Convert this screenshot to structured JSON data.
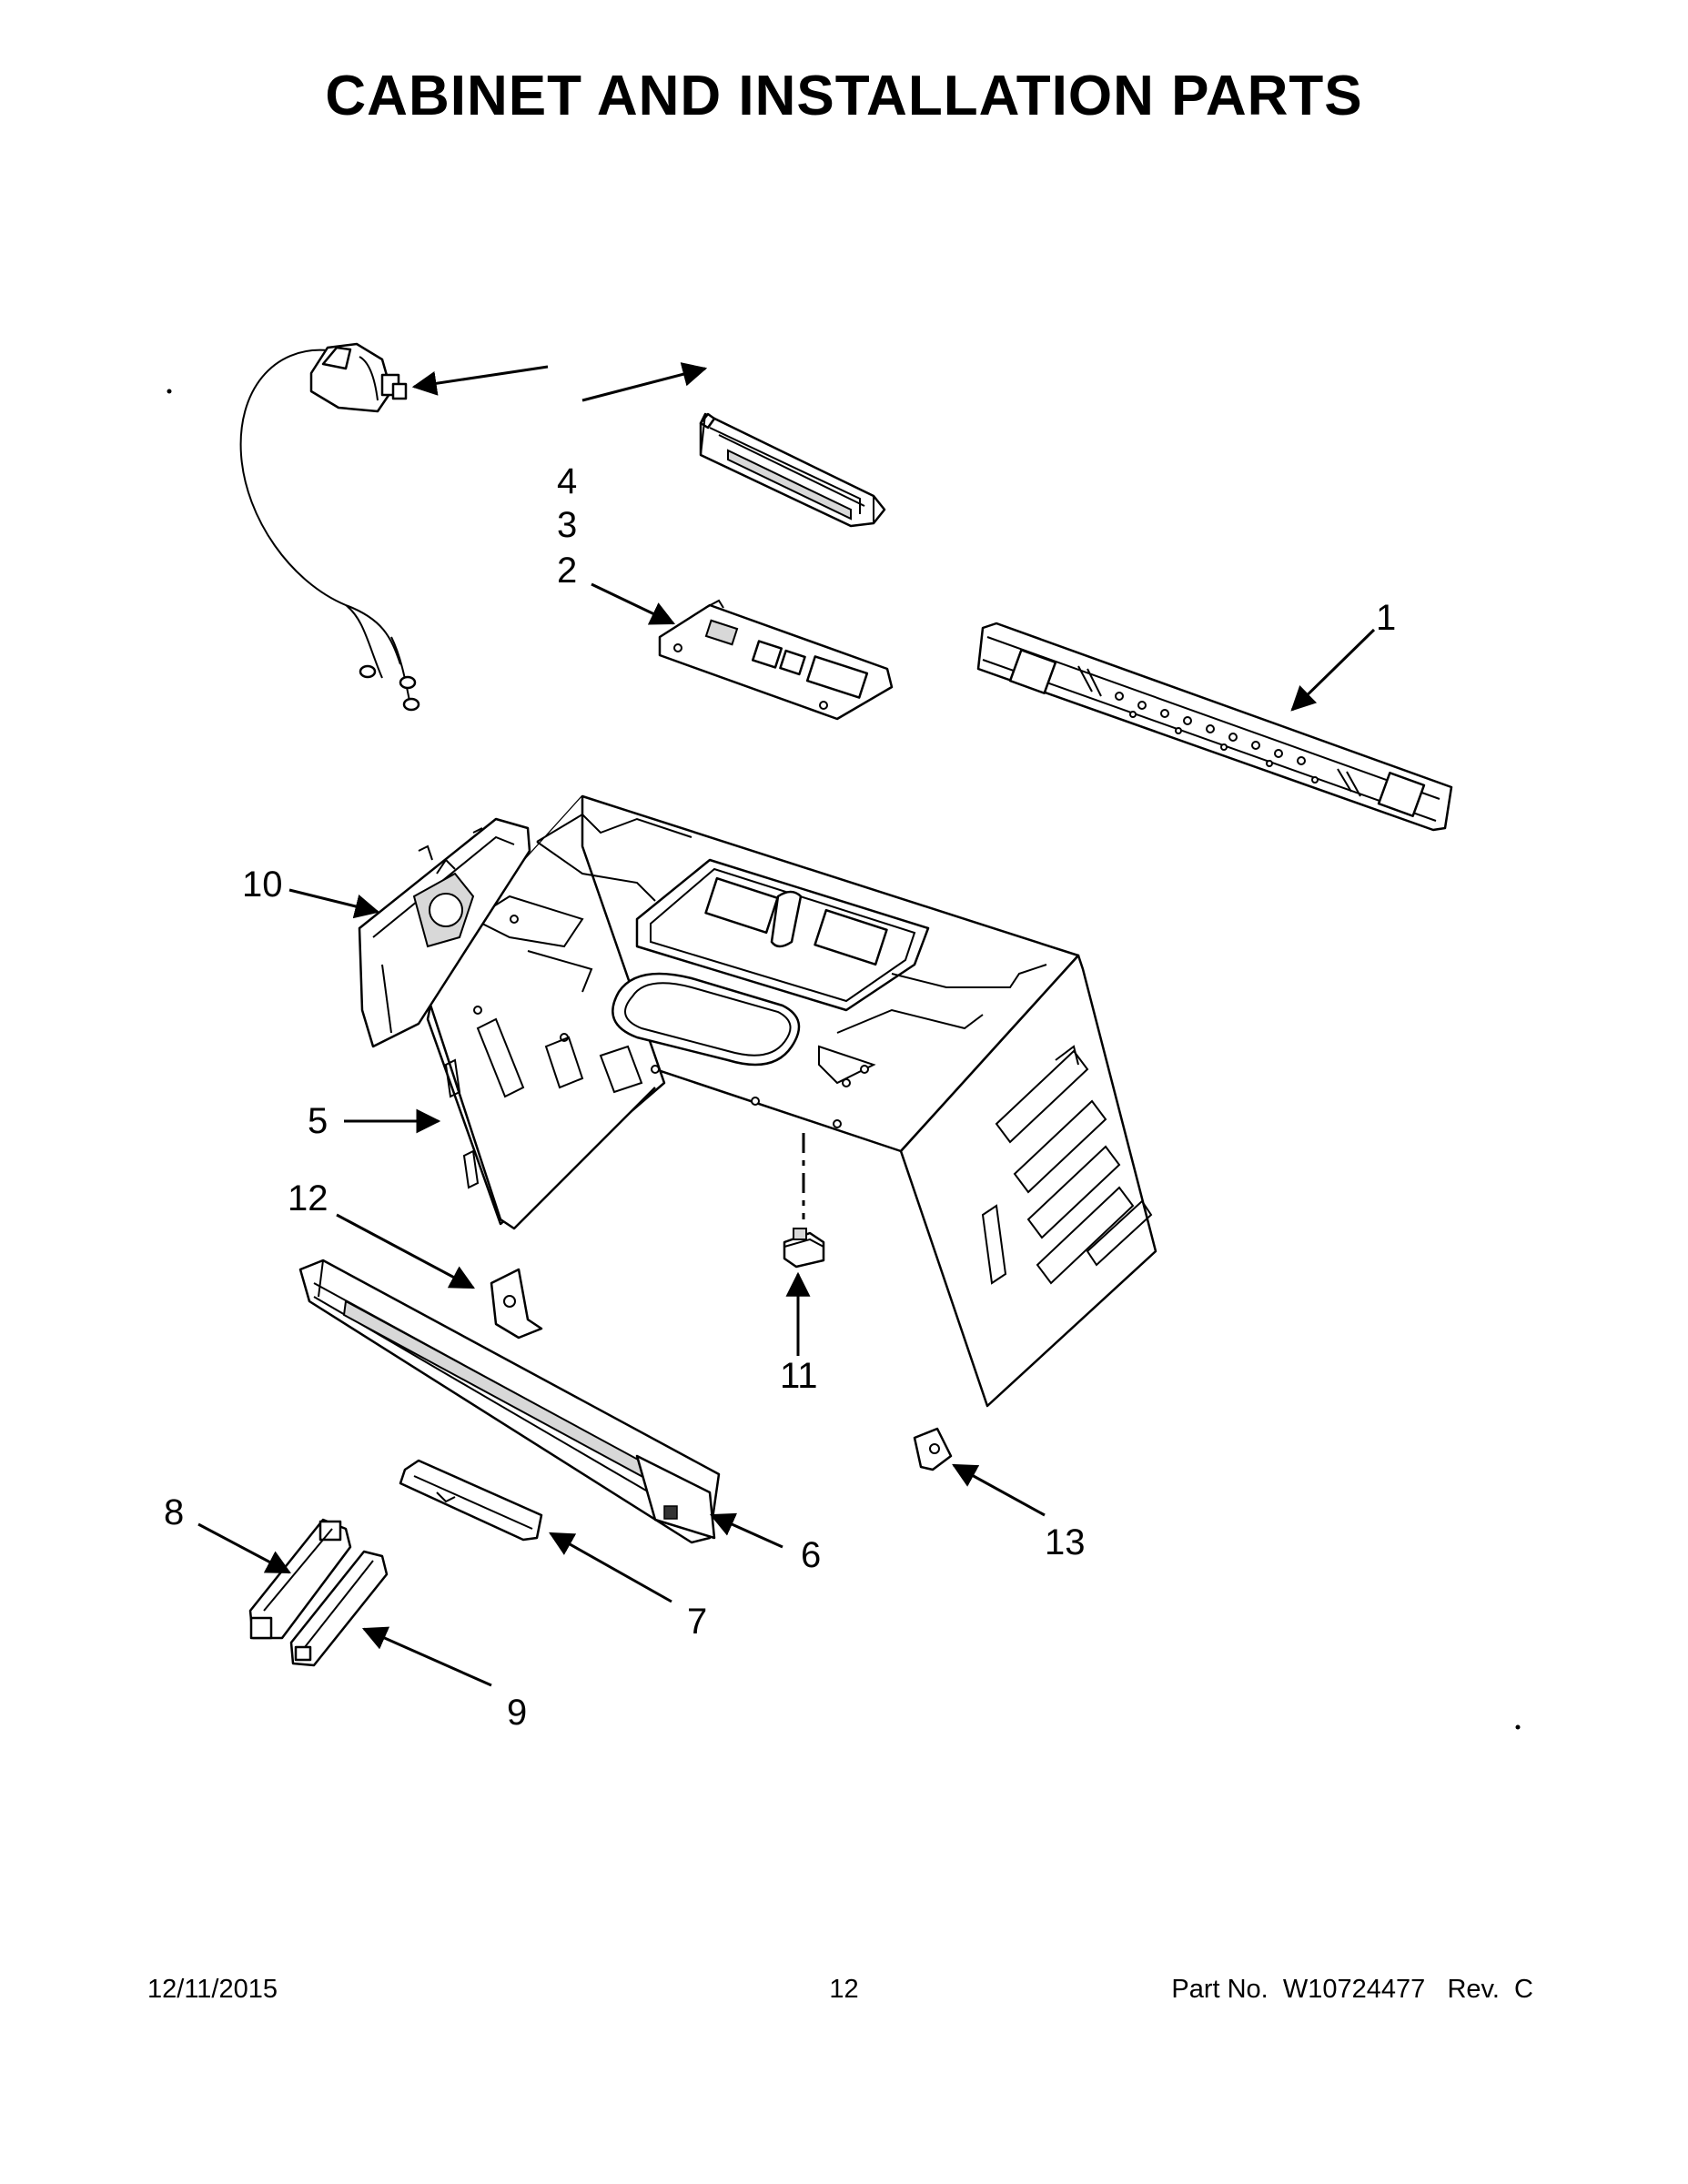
{
  "title": "CABINET AND INSTALLATION PARTS",
  "callouts": [
    "1",
    "2",
    "3",
    "4",
    "5",
    "6",
    "7",
    "8",
    "9",
    "10",
    "11",
    "12",
    "13"
  ],
  "footer": {
    "date": "12/11/2015",
    "page": "12",
    "part_label": "Part No.",
    "part_number": "W10724477",
    "rev_label": "Rev.",
    "rev": "C"
  }
}
